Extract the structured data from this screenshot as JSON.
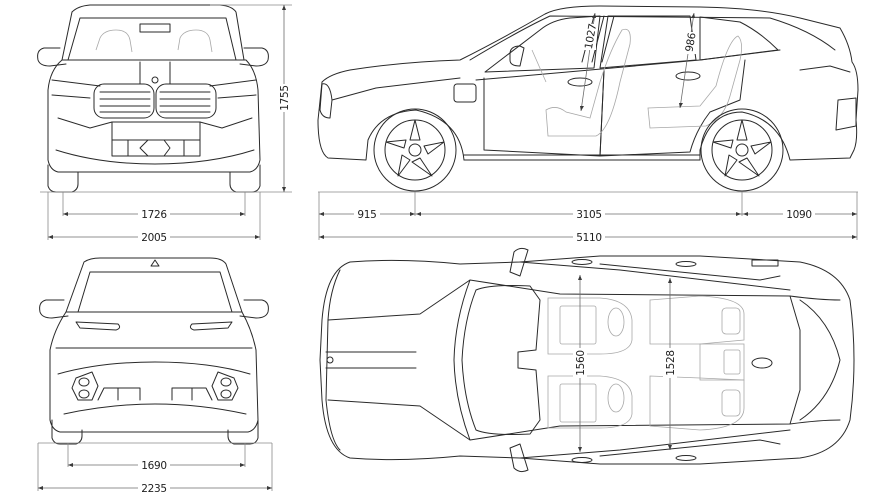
{
  "diagram": {
    "subject": "SUV dimension blueprint",
    "views": [
      "front",
      "side",
      "rear",
      "top"
    ],
    "units": "mm",
    "colors": {
      "line": "#2a2a2a",
      "interior": "#a8a8a8",
      "dimension": "#6b6b6b",
      "background": "#ffffff"
    }
  },
  "dimensions": {
    "front_track": "1726",
    "front_width": "2005",
    "overall_height": "1755",
    "front_overhang": "915",
    "wheelbase": "3105",
    "rear_overhang": "1090",
    "overall_length": "5110",
    "front_headroom": "1027",
    "rear_headroom": "986",
    "rear_track": "1690",
    "width_with_mirrors": "2235",
    "front_shoulder_width": "1560",
    "rear_shoulder_width": "1528"
  }
}
